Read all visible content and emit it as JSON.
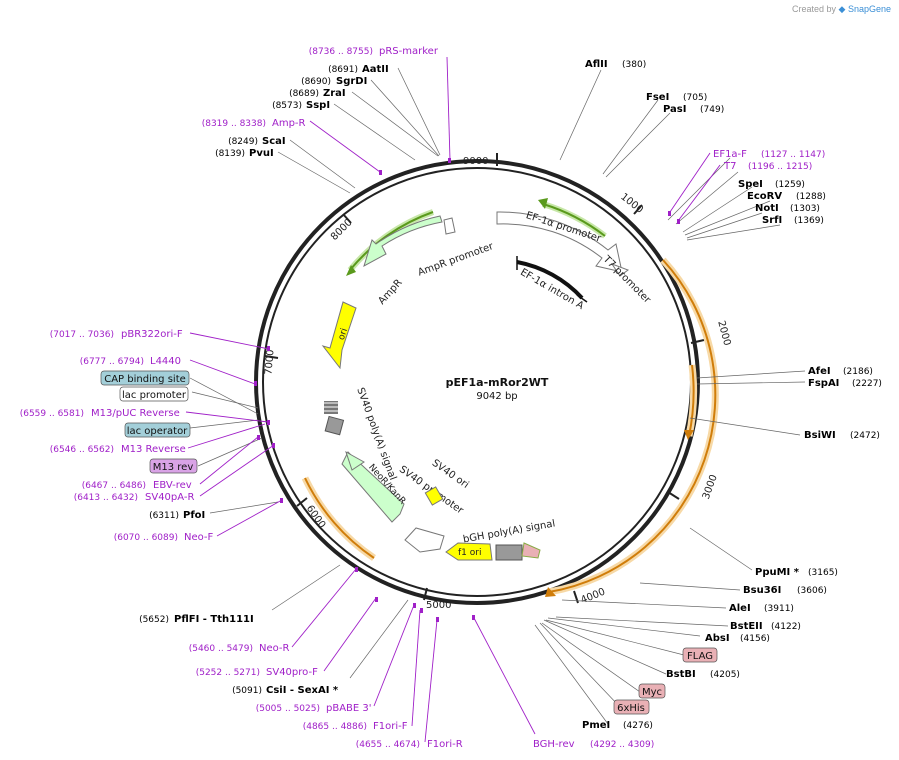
{
  "credit": {
    "prefix": "Created by",
    "brand": "SnapGene"
  },
  "plasmid": {
    "name": "pEF1a-mRor2WT",
    "size": "9042 bp"
  },
  "ticks": [
    "1000",
    "2000",
    "3000",
    "4000",
    "5000",
    "6000",
    "7000",
    "8000",
    "9000"
  ],
  "colors": {
    "primer": "#a020c8",
    "site": "#000000",
    "feature_text": "#222222",
    "promoter": "#ffffff",
    "ori": "#ffff00",
    "cds": "#ccffcc",
    "marker": "#999999",
    "orf": "#d07d0a",
    "primer_arrow": "#5a9a1c"
  },
  "sites_right": [
    {
      "name": "AflII",
      "pos": "(380)"
    },
    {
      "name": "FseI",
      "pos": "(705)"
    },
    {
      "name": "PasI",
      "pos": "(749)"
    },
    {
      "name": "SpeI",
      "pos": "(1259)"
    },
    {
      "name": "EcoRV",
      "pos": "(1288)"
    },
    {
      "name": "NotI",
      "pos": "(1303)"
    },
    {
      "name": "SrfI",
      "pos": "(1369)"
    },
    {
      "name": "AfeI",
      "pos": "(2186)"
    },
    {
      "name": "FspAI",
      "pos": "(2227)"
    },
    {
      "name": "BsiWI",
      "pos": "(2472)"
    },
    {
      "name": "PpuMI *",
      "pos": "(3165)"
    },
    {
      "name": "Bsu36I",
      "pos": "(3606)"
    },
    {
      "name": "AleI",
      "pos": "(3911)"
    },
    {
      "name": "BstEII",
      "pos": "(4122)"
    },
    {
      "name": "AbsI",
      "pos": "(4156)"
    },
    {
      "name": "BstBI",
      "pos": "(4205)"
    },
    {
      "name": "PmeI",
      "pos": "(4276)"
    }
  ],
  "sites_left": [
    {
      "name": "AatII",
      "pos": "(8691)"
    },
    {
      "name": "SgrDI",
      "pos": "(8690)"
    },
    {
      "name": "ZraI",
      "pos": "(8689)"
    },
    {
      "name": "SspI",
      "pos": "(8573)"
    },
    {
      "name": "ScaI",
      "pos": "(8249)"
    },
    {
      "name": "PvuI",
      "pos": "(8139)"
    },
    {
      "name": "PfoI",
      "pos": "(6311)"
    },
    {
      "name": "PflFI  - Tth111I",
      "pos": "(5652)"
    },
    {
      "name": "CsiI  - SexAI *",
      "pos": "(5091)"
    }
  ],
  "primers": [
    {
      "name": "pRS-marker",
      "pos": "(8736 .. 8755)"
    },
    {
      "name": "Amp-R",
      "pos": "(8319 .. 8338)"
    },
    {
      "name": "EF1a-F",
      "pos": "(1127 .. 1147)"
    },
    {
      "name": "T7",
      "pos": "(1196 .. 1215)"
    },
    {
      "name": "pBR322ori-F",
      "pos": "(7017 .. 7036)"
    },
    {
      "name": "L4440",
      "pos": "(6777 .. 6794)"
    },
    {
      "name": "M13/pUC Reverse",
      "pos": "(6559 .. 6581)"
    },
    {
      "name": "M13 Reverse",
      "pos": "(6546 .. 6562)"
    },
    {
      "name": "EBV-rev",
      "pos": "(6467 .. 6486)"
    },
    {
      "name": "SV40pA-R",
      "pos": "(6413 .. 6432)"
    },
    {
      "name": "Neo-F",
      "pos": "(6070 .. 6089)"
    },
    {
      "name": "Neo-R",
      "pos": "(5460 .. 5479)"
    },
    {
      "name": "SV40pro-F",
      "pos": "(5252 .. 5271)"
    },
    {
      "name": "pBABE 3'",
      "pos": "(5005 .. 5025)"
    },
    {
      "name": "F1ori-F",
      "pos": "(4865 .. 4886)"
    },
    {
      "name": "F1ori-R",
      "pos": "(4655 .. 4674)"
    },
    {
      "name": "BGH-rev",
      "pos": "(4292 .. 4309)"
    }
  ],
  "boxed_features": [
    {
      "name": "CAP binding site"
    },
    {
      "name": "lac promoter"
    },
    {
      "name": "lac operator"
    },
    {
      "name": "M13 rev"
    },
    {
      "name": "FLAG"
    },
    {
      "name": "Myc"
    },
    {
      "name": "6xHis"
    }
  ],
  "inner_features": {
    "ef1a_promoter": "EF-1α promoter",
    "t7_promoter": "T7 promoter",
    "ef1a_intron": "EF-1α intron A",
    "ampr_promoter": "AmpR promoter",
    "ampr": "AmpR",
    "ori": "ori",
    "sv40_polya": "SV40 poly(A) signal",
    "neo": "NeoR/KanR",
    "sv40_promoter": "SV40 promoter",
    "sv40_ori": "SV40 ori",
    "f1_ori": "f1 ori",
    "bgh": "bGH poly(A) signal"
  }
}
